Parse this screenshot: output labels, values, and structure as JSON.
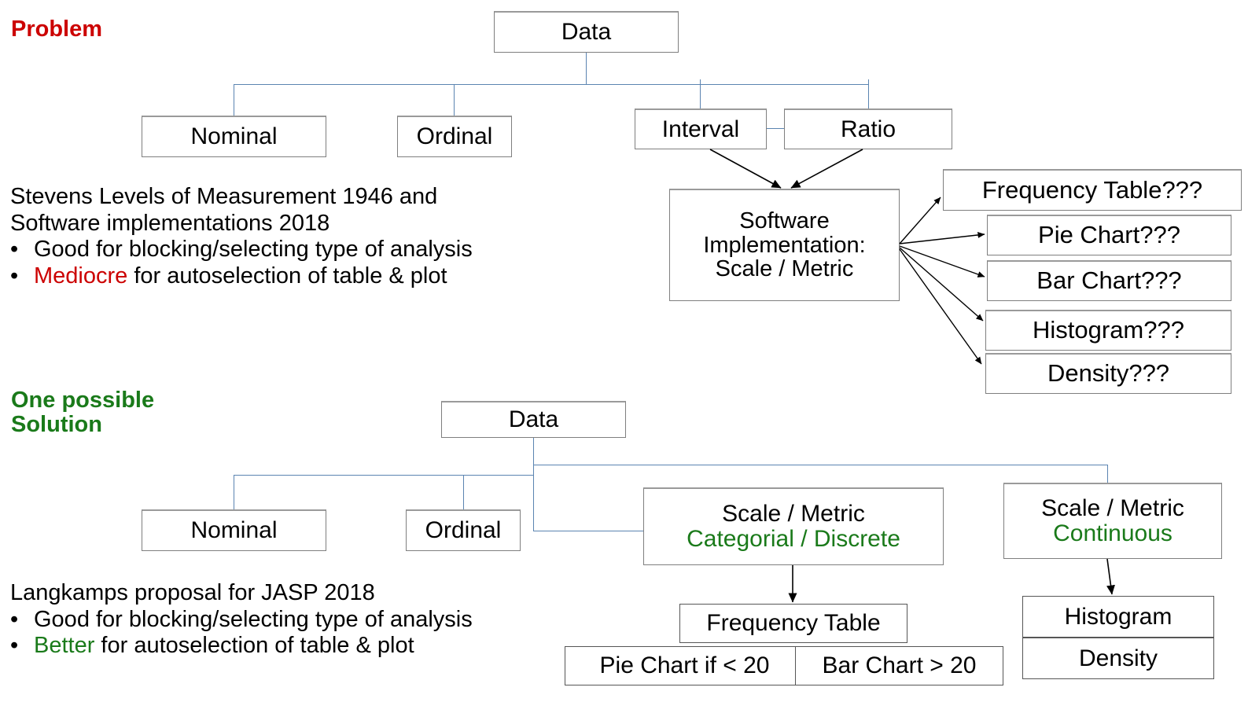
{
  "sections": {
    "problem": {
      "title": "Problem",
      "title_color": "#cc0000",
      "prose": {
        "lead_line1": "Stevens Levels of Measurement 1946 and",
        "lead_line2": "Software implementations 2018",
        "bullet1_text": "Good for blocking/selecting type of analysis",
        "bullet2_highlight": "Mediocre",
        "bullet2_text": " for autoselection of table & plot",
        "bullet_glyph": "•",
        "highlight_color": "#cc0000"
      },
      "nodes": {
        "root": "Data",
        "nominal": "Nominal",
        "ordinal": "Ordinal",
        "interval": "Interval",
        "ratio": "Ratio",
        "software_line1": "Software",
        "software_line2": "Implementation:",
        "software_line3": "Scale / Metric",
        "out1": "Frequency Table???",
        "out2": "Pie Chart???",
        "out3": "Bar Chart???",
        "out4": "Histogram???",
        "out5": "Density???"
      }
    },
    "solution": {
      "title": "One possible\nSolution",
      "title_color": "#1a7a1a",
      "prose": {
        "lead_line1": "Langkamps proposal for JASP 2018",
        "bullet1_text": "Good for blocking/selecting type of analysis",
        "bullet2_highlight": "Better",
        "bullet2_text": " for autoselection of table & plot",
        "bullet_glyph": "•",
        "highlight_color": "#1a7a1a"
      },
      "nodes": {
        "root": "Data",
        "nominal": "Nominal",
        "ordinal": "Ordinal",
        "scale_cat_line1": "Scale / Metric",
        "scale_cat_line2": "Categorial / Discrete",
        "scale_cont_line1": "Scale / Metric",
        "scale_cont_line2": "Continuous",
        "frequency_table": "Frequency Table",
        "pie_chart": "Pie Chart if < 20",
        "bar_chart": "Bar Chart > 20",
        "histogram": "Histogram",
        "density": "Density"
      }
    }
  },
  "colors": {
    "connector": "#5b84b1",
    "box_border": "#7f7f7f",
    "arrow": "#000000",
    "text": "#000000",
    "green": "#1a7a1a",
    "red": "#cc0000"
  }
}
